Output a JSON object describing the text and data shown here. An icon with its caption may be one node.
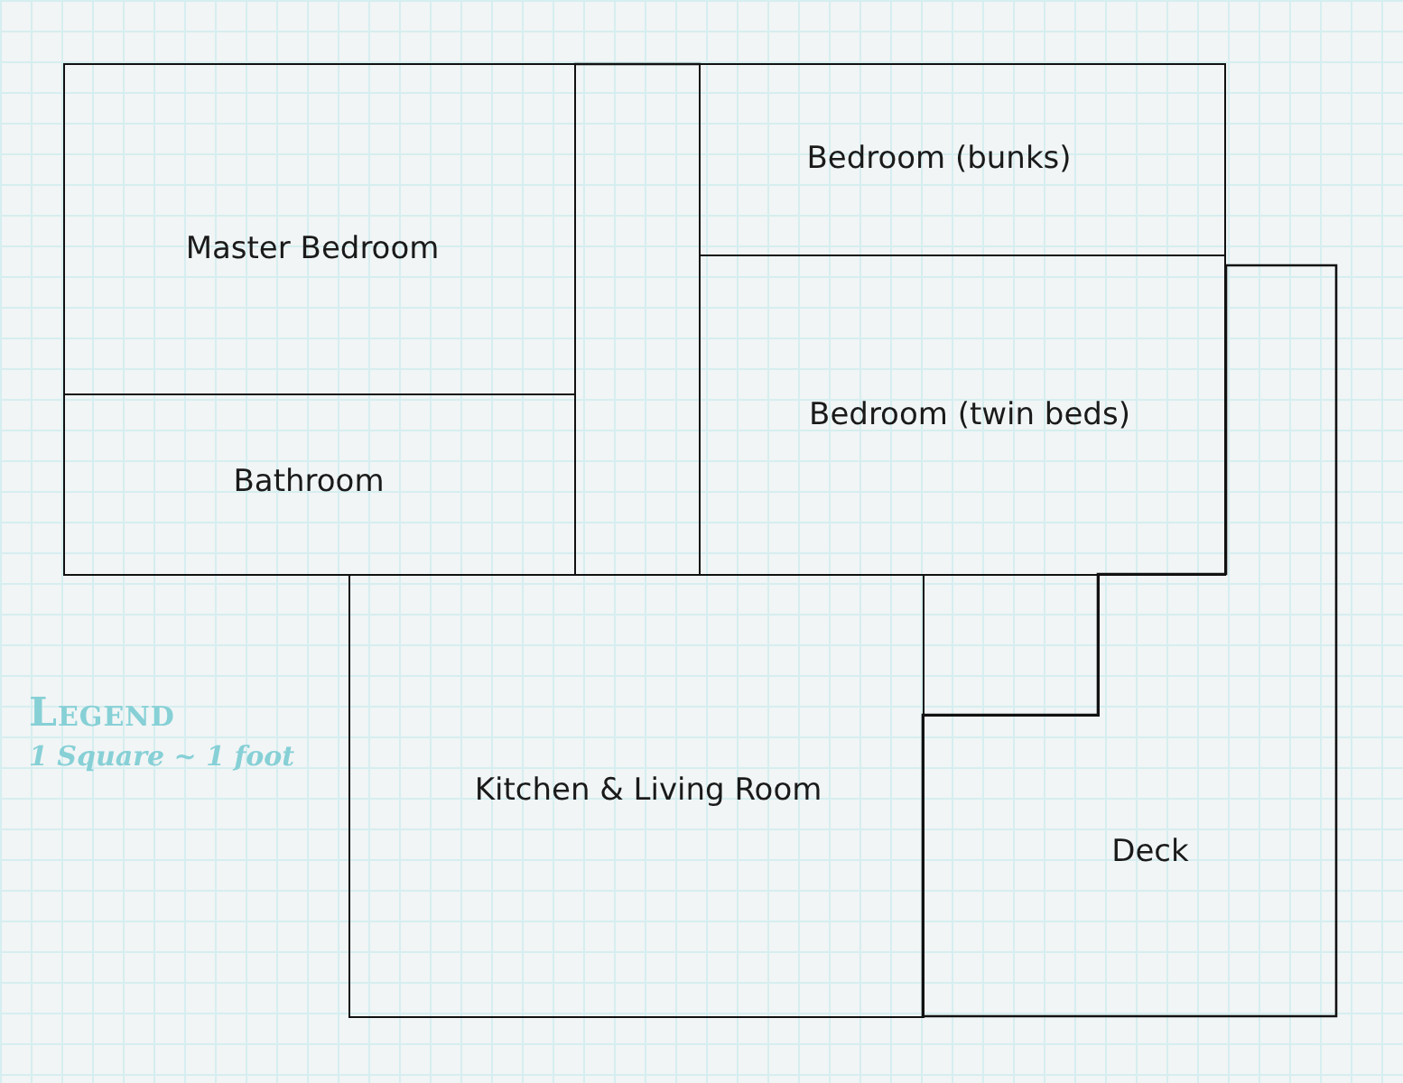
{
  "diagram": {
    "nodes": [
      {
        "text": [
          "Master Bedroom"
        ]
      },
      {
        "text": [
          "Bathroom"
        ]
      },
      {
        "text": [
          "Bedroom (bunks)"
        ]
      },
      {
        "text": [
          "Bedroom (twin beds)"
        ]
      },
      {
        "text": [
          "Kitchen & Living Room"
        ]
      },
      {
        "text": [],
        "shape": "box"
      },
      {
        "text": [
          "Deck"
        ]
      }
    ],
    "edges": [],
    "labels": [
      "Legend",
      "1 Square ~ 1 foot"
    ]
  }
}
